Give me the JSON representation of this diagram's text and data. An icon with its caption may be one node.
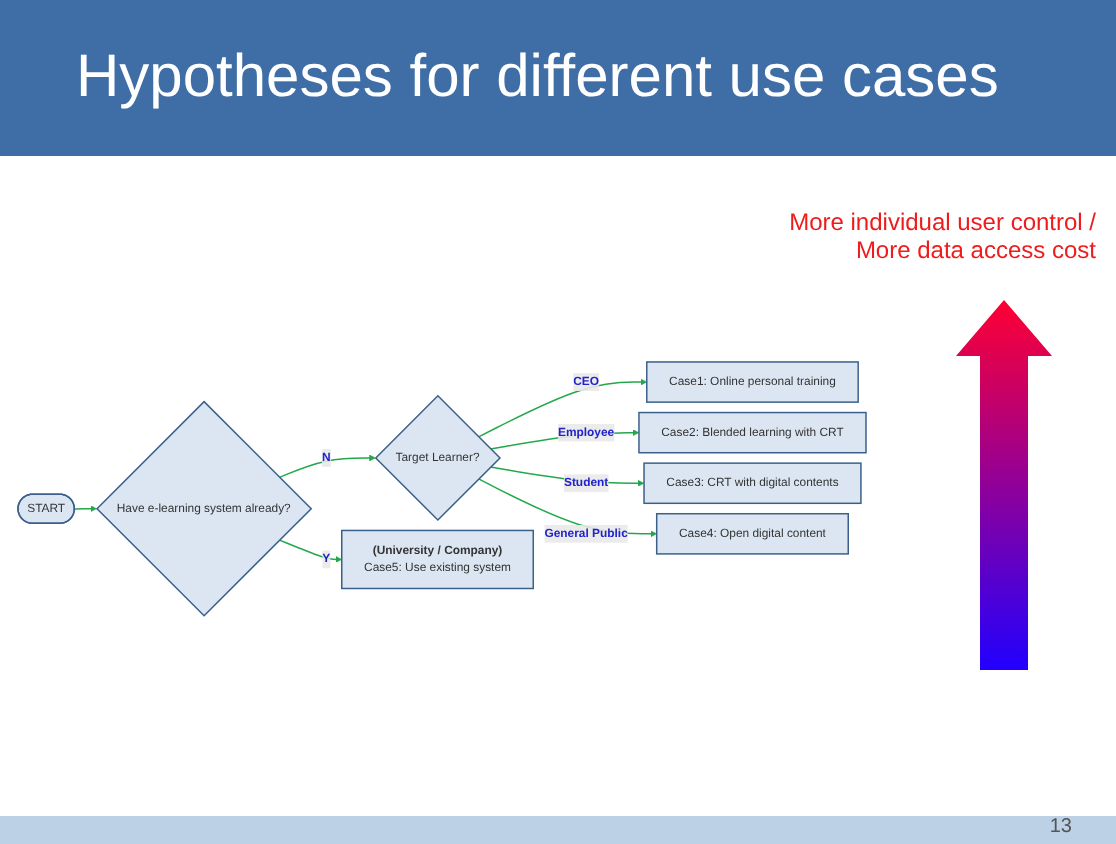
{
  "diagram": {
    "title": "Hypotheses for different use cases",
    "nodes": [
      {
        "text": [
          "START"
        ]
      },
      {
        "text": [
          "Have e-learning system already?"
        ]
      },
      {
        "text": [
          "Target Learner?"
        ]
      },
      {
        "text": [
          "Case1: Online personal training"
        ]
      },
      {
        "text": [
          "Case2: Blended learning with CRT"
        ]
      },
      {
        "text": [
          "Case3: CRT with digital contents"
        ]
      },
      {
        "text": [
          "Case4: Open digital content"
        ]
      },
      {
        "text": [
          "(University / Company)",
          "Case5: Use existing system"
        ]
      }
    ],
    "edges": [
      {
        "from": 0,
        "to": 1,
        "arrow": "to"
      },
      {
        "from": 1,
        "to": 2,
        "arrow": "to",
        "label": "N"
      },
      {
        "from": 2,
        "to": 3,
        "arrow": "to",
        "label": "CEO"
      },
      {
        "from": 2,
        "to": 4,
        "arrow": "to",
        "label": "Employee"
      },
      {
        "from": 2,
        "to": 5,
        "arrow": "to",
        "label": "Student"
      },
      {
        "from": 2,
        "to": 6,
        "arrow": "to",
        "label": "General Public"
      },
      {
        "from": 1,
        "to": 7,
        "arrow": "to",
        "label": "Y"
      }
    ],
    "labels": [
      "More individual user control / More data access cost",
      "13"
    ]
  }
}
